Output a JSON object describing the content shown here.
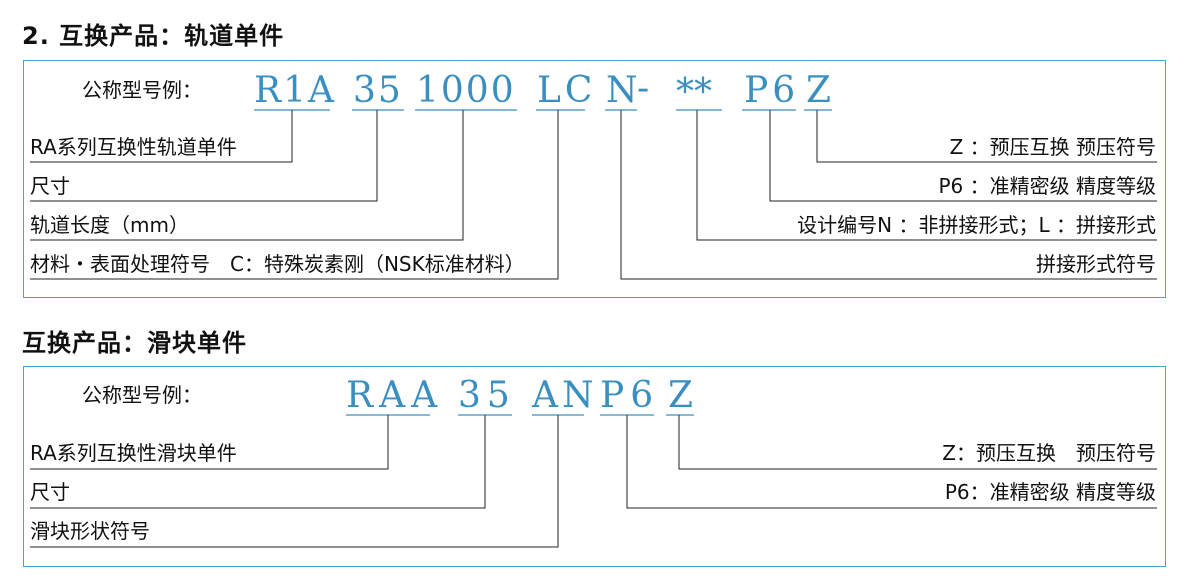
{
  "rail": {
    "heading": "2. 互换产品：轨道单件",
    "example_label": "公称型号例：",
    "codes": [
      "R1A",
      "35",
      "1000",
      "LC",
      "N",
      "-",
      "**",
      "P6",
      "Z"
    ],
    "left_labels": [
      "RA系列互换性轨道单件",
      "尺寸",
      "轨道长度（mm）",
      "材料・表面处理符号　C：特殊炭素刚（NSK标准材料）"
    ],
    "right_labels": [
      "Z ：预压互换 预压符号",
      "P6 ：准精密级 精度等级",
      "设计编号N ：非拼接形式；L ：拼接形式",
      "拼接形式符号"
    ]
  },
  "block": {
    "heading": "互换产品：滑块单件",
    "example_label": "公称型号例：",
    "codes": [
      "RAA",
      "35",
      "AN",
      "P6",
      "Z"
    ],
    "left_labels": [
      "RA系列互换性滑块单件",
      "尺寸",
      "滑块形状符号"
    ],
    "right_labels": [
      "Z：预压互换　预压符号",
      "P6：准精密级 精度等级"
    ]
  },
  "colors": {
    "accent": "#3a8fc0",
    "border": "#4aa3c9",
    "line": "#3a8fc0"
  }
}
